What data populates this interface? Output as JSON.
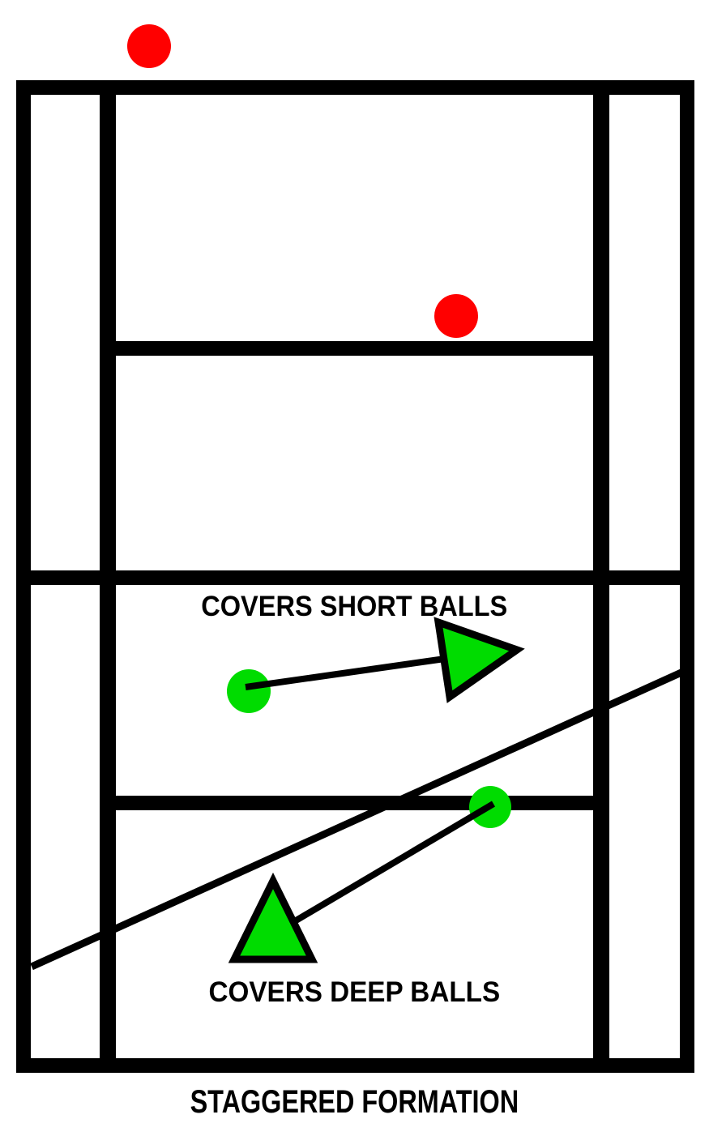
{
  "diagram": {
    "title": "STAGGERED FORMATION",
    "labels": {
      "covers_short": "COVERS SHORT BALLS",
      "covers_deep": "COVERS DEEP BALLS"
    },
    "colors": {
      "background": "#ffffff",
      "line": "#000000",
      "text": "#000000",
      "opponent_marker": "#ff0000",
      "player_marker": "#00dc00"
    }
  }
}
